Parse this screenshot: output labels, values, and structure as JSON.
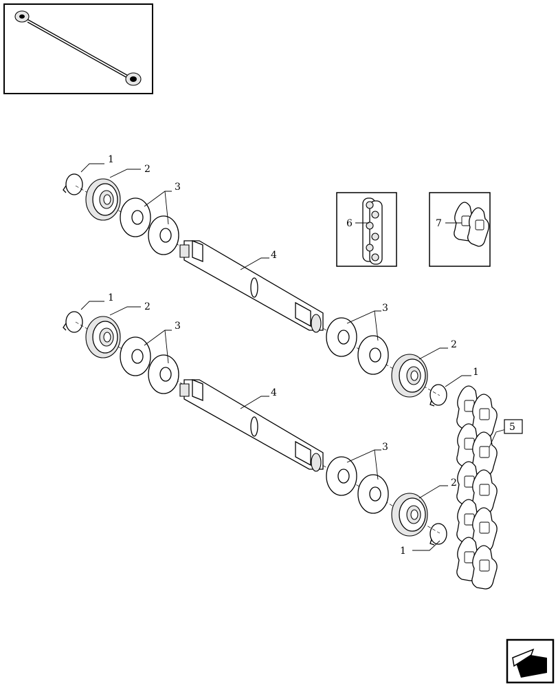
{
  "callouts": {
    "upper": {
      "ring": "1",
      "bearing": "2",
      "washers": "3",
      "shaft": "4",
      "washers_right": "3",
      "bearing_right": "2",
      "ring_right": "1"
    },
    "lower": {
      "ring": "1",
      "bearing": "2",
      "washers": "3",
      "shaft": "4",
      "washers_right": "3",
      "bearing_right": "2",
      "ring_right": "1"
    },
    "chain": "5",
    "inset_link": "6",
    "inset_plate": "7"
  },
  "icons": {
    "overview": "shaft-overview-thumbnail",
    "nav": "next-page-arrow-icon"
  }
}
